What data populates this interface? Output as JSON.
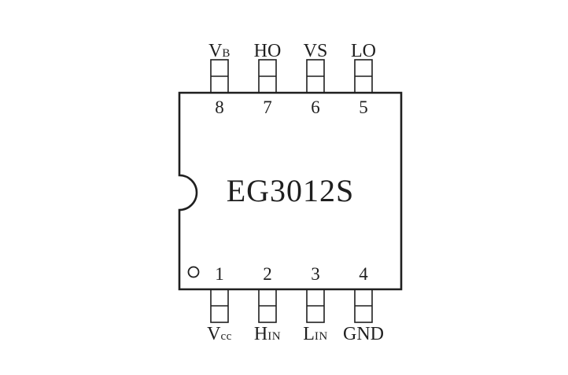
{
  "chip": {
    "part_number": "EG3012S"
  },
  "pins": {
    "top": [
      {
        "number": "8",
        "label_main": "V",
        "label_sub": "B"
      },
      {
        "number": "7",
        "label_main": "HO",
        "label_sub": ""
      },
      {
        "number": "6",
        "label_main": "VS",
        "label_sub": ""
      },
      {
        "number": "5",
        "label_main": "LO",
        "label_sub": ""
      }
    ],
    "bottom": [
      {
        "number": "1",
        "label_main": "V",
        "label_sub": "cc"
      },
      {
        "number": "2",
        "label_main": "H",
        "label_sub": "IN"
      },
      {
        "number": "3",
        "label_main": "L",
        "label_sub": "IN"
      },
      {
        "number": "4",
        "label_main": "GND",
        "label_sub": ""
      }
    ]
  },
  "colors": {
    "line": "#1f1f1f",
    "background": "#ffffff"
  }
}
